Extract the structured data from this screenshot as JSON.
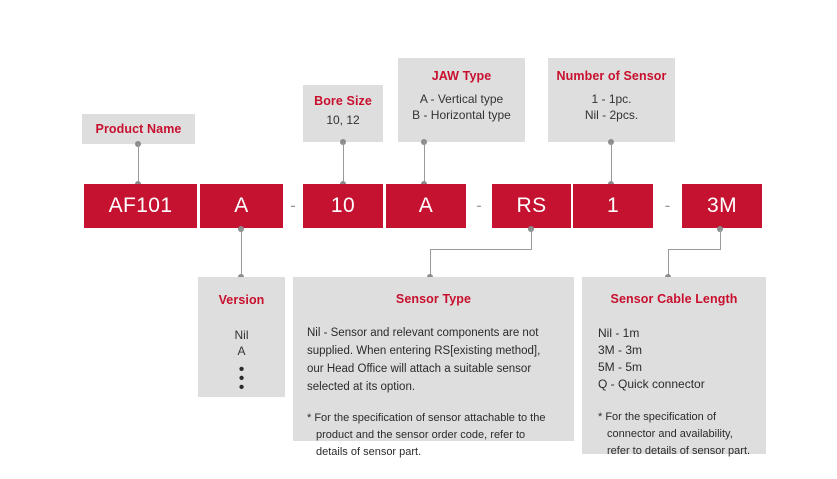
{
  "diagram": {
    "title": "Product part number configuration",
    "accent_color": "#c41230",
    "box_color": "#dedede",
    "line_color": "#9a9a9a"
  },
  "code_bars": [
    {
      "value": "AF101"
    },
    {
      "value": "A"
    },
    {
      "value": "10"
    },
    {
      "value": "A"
    },
    {
      "value": "RS"
    },
    {
      "value": "1"
    },
    {
      "value": "3M"
    }
  ],
  "separators": [
    {
      "glyph": "-"
    },
    {
      "glyph": "-"
    },
    {
      "glyph": "-"
    }
  ],
  "top_callouts": [
    {
      "title": "Product Name",
      "sub": ""
    },
    {
      "title": "Bore Size",
      "sub": "10, 12"
    },
    {
      "title": "JAW Type",
      "lines": [
        "A - Vertical type",
        "B - Horizontal type"
      ]
    },
    {
      "title": "Number of Sensor",
      "lines": [
        "1 - 1pc.",
        "Nil - 2pcs."
      ]
    }
  ],
  "bottom_callouts": [
    {
      "title": "Version",
      "lines": [
        "Nil",
        "A"
      ],
      "ellipsis": "•"
    },
    {
      "title": "Sensor Type",
      "paragraph": "Nil - Sensor and relevant components are not supplied. When entering RS[existing method], our Head Office will attach a suitable sensor selected at its option.",
      "note": "* For the specification of sensor attachable to the product and the sensor order code, refer to details of sensor part."
    },
    {
      "title": "Sensor Cable Length",
      "lines": [
        "Nil - 1m",
        "3M - 3m",
        "5M - 5m",
        "Q - Quick connector"
      ],
      "note": "* For the specification of connector and availability, refer to details of sensor part."
    }
  ]
}
